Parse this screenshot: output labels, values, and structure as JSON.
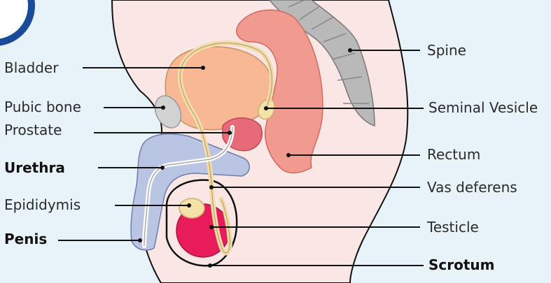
{
  "labels": {
    "bladder": "Bladder",
    "pubic_bone": "Pubic bone",
    "prostate": "Prostate",
    "urethra": "Urethra",
    "epididymis": "Epididymis",
    "penis": "Penis",
    "spine": "Spine",
    "seminal_vesicle": "Seminal Vesicle",
    "rectum": "Rectum",
    "vas_deferens": "Vas deferens",
    "testicle": "Testicle",
    "scrotum": "Scrotum"
  },
  "colors": {
    "background": "#e8f2f9",
    "body": "#fbe6e6",
    "bladder": "#f9b894",
    "rectum": "#f09a90",
    "spine": "#b9b9b9",
    "penis": "#bac5e4",
    "testicle": "#e81c5b",
    "epididymis": "#f4e2a8",
    "prostate": "#e76a78",
    "corner_badge": "#1a4b9a"
  }
}
